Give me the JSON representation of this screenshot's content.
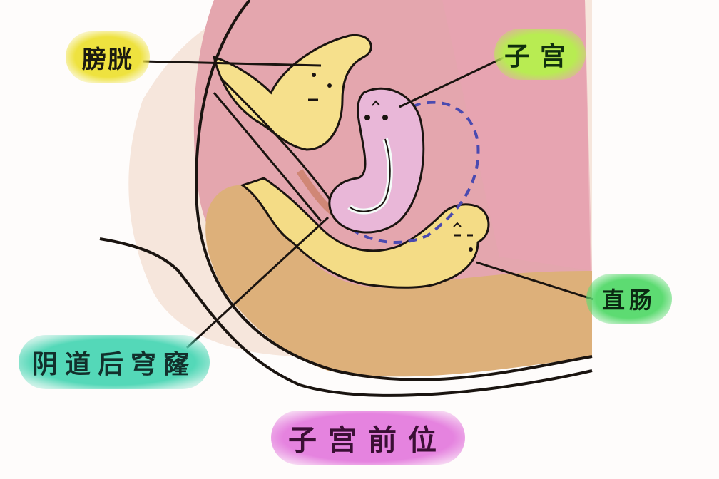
{
  "diagram": {
    "title": "子宫前位",
    "labels": {
      "bladder": "膀胱",
      "uterus": "子宫",
      "rectum": "直肠",
      "posterior_fornix": "阴道后穹窿"
    },
    "colors": {
      "background": "#fefcfb",
      "skin_outer": "#f6e6dc",
      "pelvic_cavity": "#e4a6ae",
      "bladder_fill": "#f6e08c",
      "uterus_fill": "#e9b7d8",
      "uterus_dashed_outline": "#4a4ab0",
      "rectum_fill": "#f6e08c",
      "tissue_tan": "#ddb07a",
      "outline": "#1a1410",
      "label_bladder": "#eee23f",
      "label_uterus": "#b8ec52",
      "label_rectum": "#5ddb72",
      "label_fornix": "#54d8b8",
      "label_title": "#e583df"
    }
  }
}
